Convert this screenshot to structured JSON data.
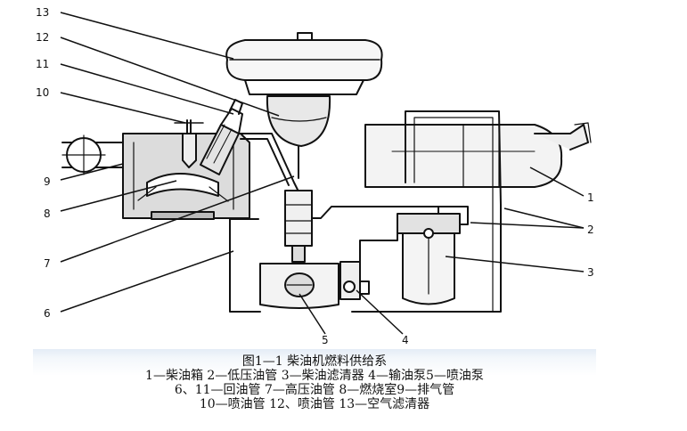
{
  "figure": {
    "callouts": {
      "n1": "1",
      "n2": "2",
      "n3": "3",
      "n4": "4",
      "n5": "5",
      "n6": "6",
      "n7": "7",
      "n8": "8",
      "n9": "9",
      "n10": "10",
      "n11": "11",
      "n12": "12",
      "n13": "13"
    },
    "caption": {
      "title": "图1—1 柴油机燃料供给系",
      "line1": "1—柴油箱 2—低压油管 3—柴油滤清器 4—输油泵5—喷油泵",
      "line2": "6、11—回油管 7—高压油管 8—燃烧室9—排气管",
      "line3": "10—喷油管 12、喷油管 13—空气滤清器"
    }
  }
}
